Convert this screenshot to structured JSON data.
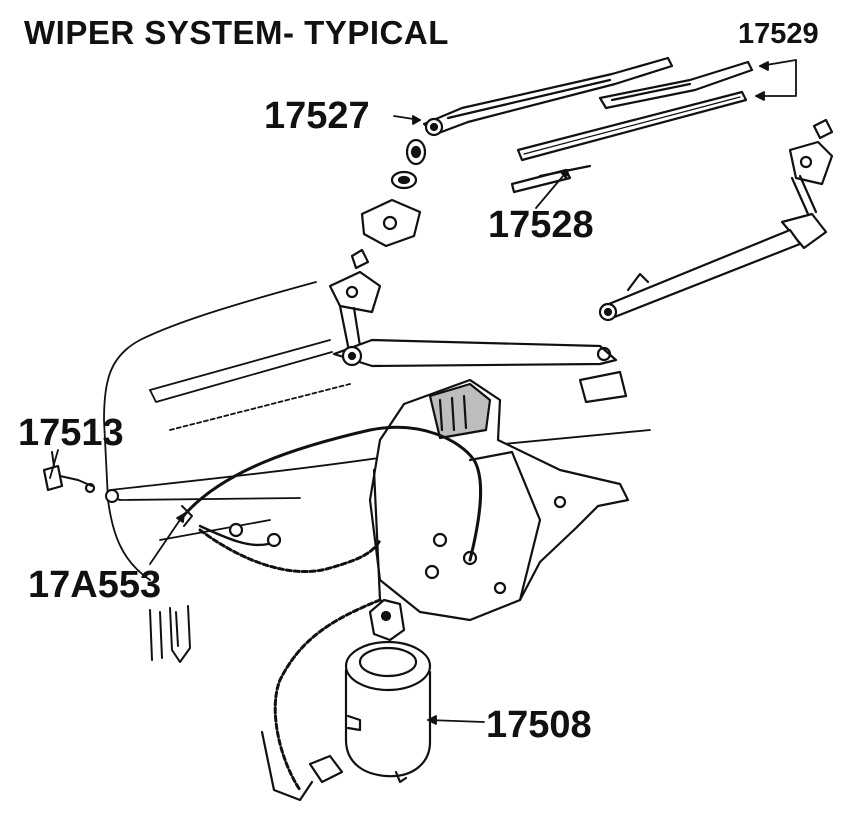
{
  "title": "WIPER SYSTEM- TYPICAL",
  "callouts": {
    "p17529": "17529",
    "p17527": "17527",
    "p17528": "17528",
    "p17513": "17513",
    "p17a553": "17A553",
    "p17508": "17508"
  },
  "colors": {
    "ink": "#111111",
    "paper": "#ffffff",
    "shade": "#bdbdbd"
  }
}
